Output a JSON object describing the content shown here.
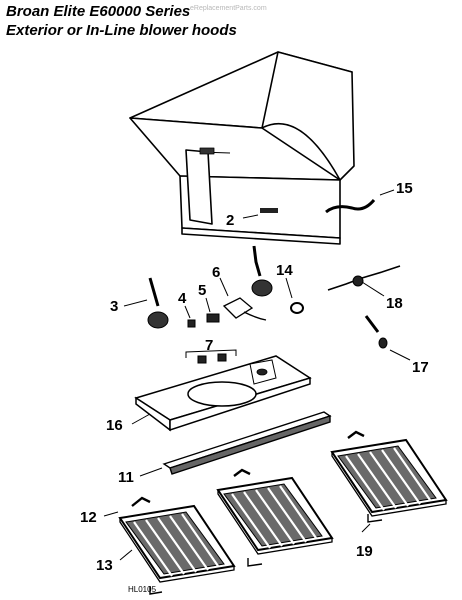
{
  "header": {
    "title_line1": "Broan Elite E60000 Series",
    "title_line2": "Exterior or In-Line blower hoods",
    "watermark": "eReplacementParts.com"
  },
  "diagram": {
    "part_numbers": [
      "2",
      "3",
      "4",
      "5",
      "6",
      "7",
      "11",
      "12",
      "13",
      "14",
      "15",
      "16",
      "17",
      "18",
      "19"
    ],
    "drawing_code": "HL0105"
  },
  "colors": {
    "ink": "#000000",
    "paper": "#ffffff",
    "shade": "#555555",
    "watermark": "#b8b8b8"
  }
}
